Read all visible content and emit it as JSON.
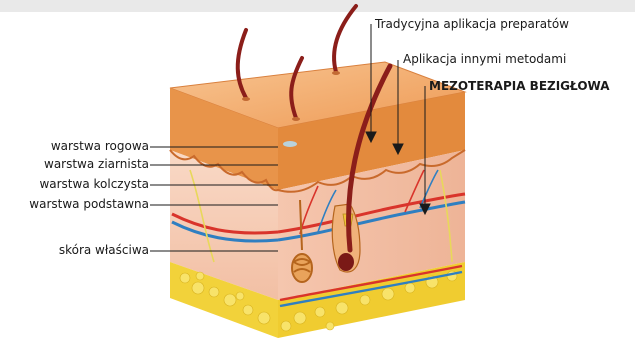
{
  "labels": {
    "left": [
      "warstwa rogowa",
      "warstwa ziarnista",
      "warstwa kolczysta",
      "warstwa podstawna",
      "skóra właściwa"
    ],
    "top": [
      "Tradycyjna aplikacja preparatów",
      "Aplikacja innymi metodami",
      "MEZOTERAPIA BEZIGŁOWA"
    ]
  },
  "colors": {
    "surface_top": "#f6b57a",
    "epidermis": "#e58a3e",
    "dermis": "#f7cdb7",
    "fat": "#f2d23a",
    "artery": "#d9342b",
    "vein": "#2f7fc1",
    "hair": "#8b1e1a"
  }
}
